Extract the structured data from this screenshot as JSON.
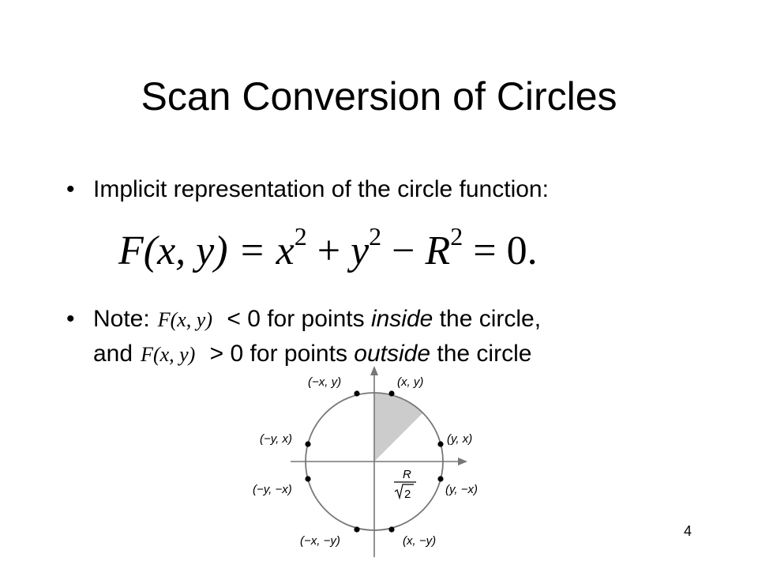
{
  "slide": {
    "title": "Scan Conversion of Circles",
    "bullet1": "Implicit representation of the circle function:",
    "equation": {
      "lhs": "F(x, y) = ",
      "x2": "x",
      "plus": " + ",
      "y2": "y",
      "minus": " − ",
      "R2": "R",
      "exp": "2",
      "rhs": " = 0."
    },
    "bullet2": {
      "note": "Note:",
      "fxy": "F(x, y)",
      "inside_pre": " < 0 for points ",
      "inside_word": "inside",
      "inside_post": " the circle,",
      "and": "and",
      "outside_pre": " > 0 for points ",
      "outside_word": "outside",
      "outside_post": " the circle"
    },
    "page_number": "4"
  },
  "diagram": {
    "labels": {
      "nx_y": "(−x, y)",
      "x_y": "(x, y)",
      "ny_x": "(−y, x)",
      "y_x": "(y, x)",
      "ny_nx": "(−y, −x)",
      "y_nx": "(y, −x)",
      "nx_ny": "(−x, −y)",
      "x_ny": "(x, −y)",
      "r_over": "R",
      "sqrt2": "2"
    },
    "colors": {
      "circle": "#777777",
      "sector": "#cccccc",
      "points": "#000000",
      "axes": "#777777"
    }
  }
}
